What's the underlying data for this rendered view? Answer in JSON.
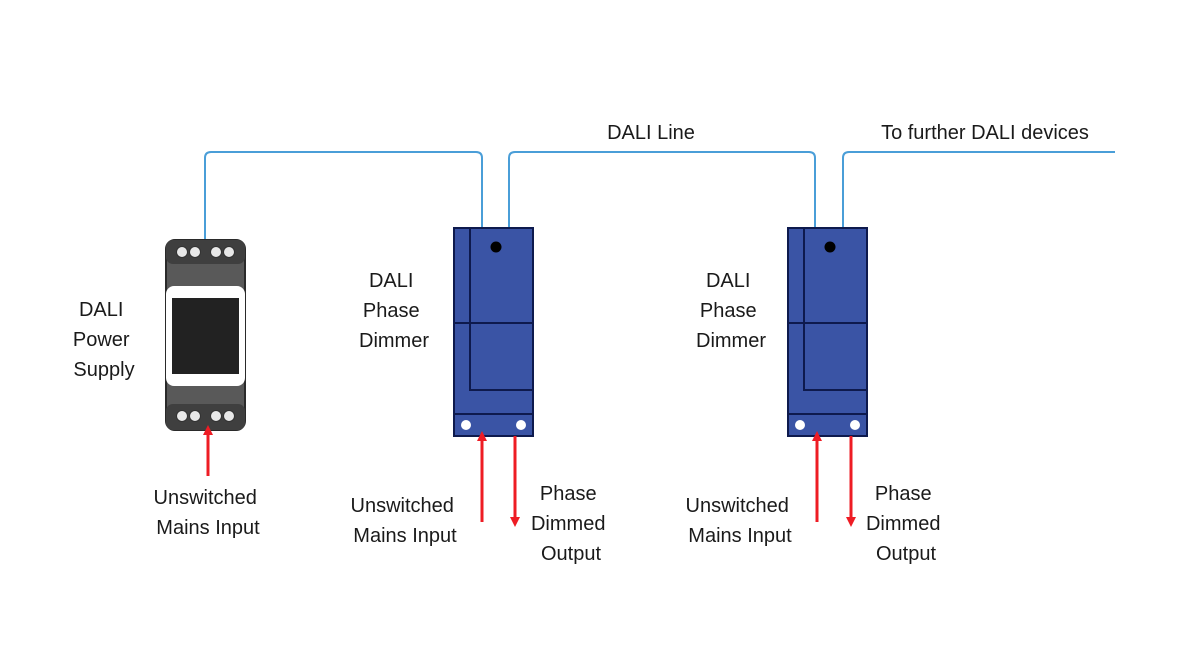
{
  "colors": {
    "bus_line": "#4a9ed8",
    "arrow": "#ee1c24",
    "dimmer_fill": "#3a54a5",
    "dimmer_stroke": "#0e1a4d",
    "psu_body": "#595959",
    "psu_screen": "#222222"
  },
  "bus": {
    "label": "DALI Line",
    "further_label": "To further DALI devices"
  },
  "power_supply": {
    "label_lines": [
      "DALI",
      "Power",
      "Supply"
    ],
    "input_label_lines": [
      "Unswitched",
      "Mains Input"
    ]
  },
  "dimmers": [
    {
      "label_lines": [
        "DALI",
        "Phase",
        "Dimmer"
      ],
      "input_label_lines": [
        "Unswitched",
        "Mains Input"
      ],
      "output_label_lines": [
        "Phase",
        "Dimmed",
        "Output"
      ]
    },
    {
      "label_lines": [
        "DALI",
        "Phase",
        "Dimmer"
      ],
      "input_label_lines": [
        "Unswitched",
        "Mains Input"
      ],
      "output_label_lines": [
        "Phase",
        "Dimmed",
        "Output"
      ]
    }
  ]
}
